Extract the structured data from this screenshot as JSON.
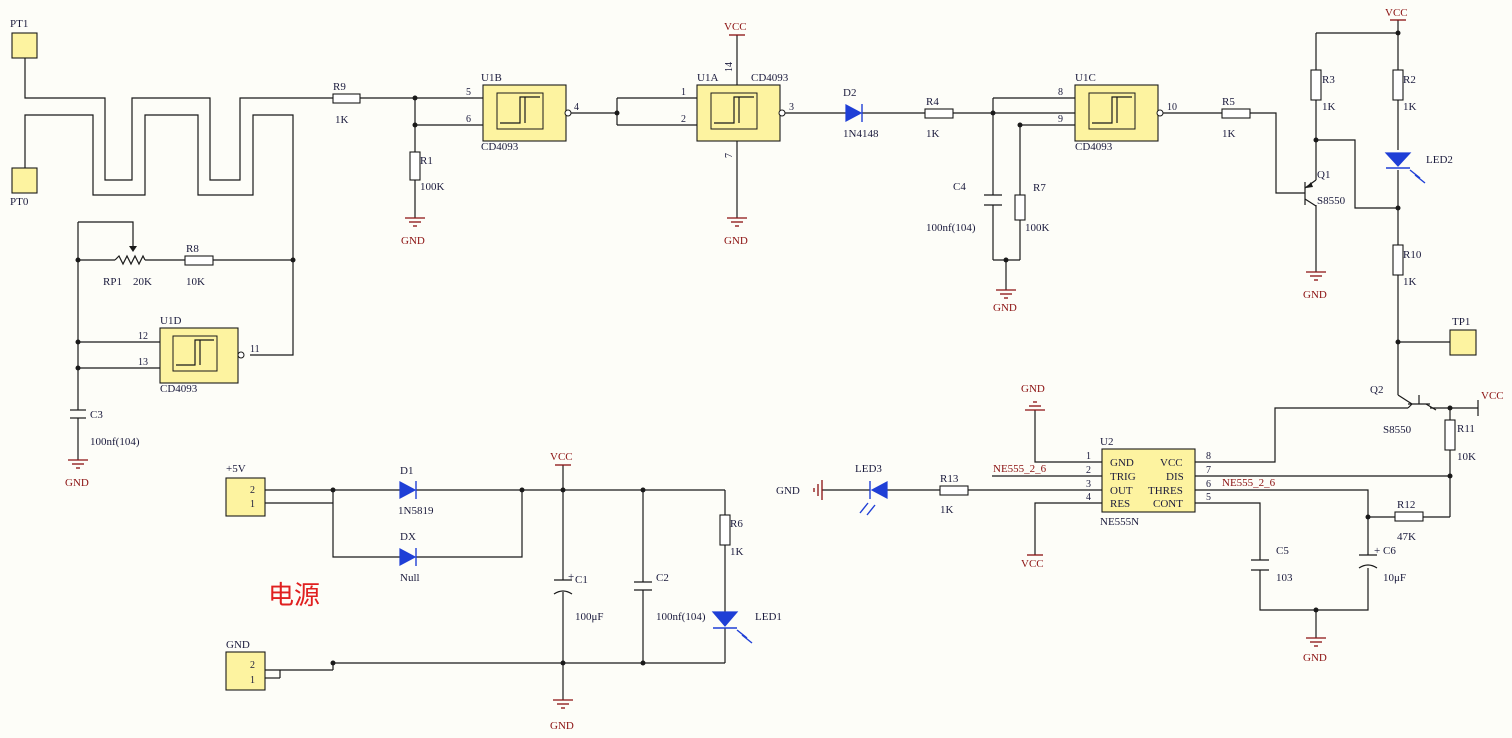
{
  "labels": {
    "pt1": "PT1",
    "pt0": "PT0",
    "rp1": "RP1",
    "rp1_val": "20K",
    "r8": "R8",
    "r8_val": "10K",
    "r9": "R9",
    "r9_val": "1K",
    "r1": "R1",
    "r1_val": "100K",
    "u1b": "U1B",
    "u1b_type": "CD4093",
    "u1b_p5": "5",
    "u1b_p6": "6",
    "u1b_p4": "4",
    "u1a": "U1A",
    "u1a_type": "CD4093",
    "u1a_p1": "1",
    "u1a_p2": "2",
    "u1a_p3": "3",
    "u1a_p14": "14",
    "u1a_p7": "7",
    "u1c": "U1C",
    "u1c_type": "CD4093",
    "u1c_p8": "8",
    "u1c_p9": "9",
    "u1c_p10": "10",
    "u1d": "U1D",
    "u1d_type": "CD4093",
    "u1d_p12": "12",
    "u1d_p13": "13",
    "u1d_p11": "11",
    "d2": "D2",
    "d2_val": "1N4148",
    "r4": "R4",
    "r4_val": "1K",
    "c4": "C4",
    "c4_val": "100nf(104)",
    "r7": "R7",
    "r7_val": "100K",
    "r5": "R5",
    "r5_val": "1K",
    "r3": "R3",
    "r3_val": "1K",
    "r2": "R2",
    "r2_val": "1K",
    "q1": "Q1",
    "q1_val": "S8550",
    "led2": "LED2",
    "r10": "R10",
    "r10_val": "1K",
    "tp1": "TP1",
    "q2": "Q2",
    "q2_val": "S8550",
    "r11": "R11",
    "r11_val": "10K",
    "r12": "R12",
    "r12_val": "47K",
    "c3": "C3",
    "c3_val": "100nf(104)",
    "u2": "U2",
    "u2_type": "NE555N",
    "u2_gnd": "GND",
    "u2_trig": "TRIG",
    "u2_out": "OUT",
    "u2_res": "RES",
    "u2_vcc": "VCC",
    "u2_dis": "DIS",
    "u2_thres": "THRES",
    "u2_cont": "CONT",
    "u2_p1": "1",
    "u2_p2": "2",
    "u2_p3": "3",
    "u2_p4": "4",
    "u2_p8": "8",
    "u2_p7": "7",
    "u2_p6": "6",
    "u2_p5": "5",
    "net_ne555_2_6_left": "NE555_2_6",
    "net_ne555_2_6_right": "NE555_2_6",
    "led3": "LED3",
    "r13": "R13",
    "r13_val": "1K",
    "c5": "C5",
    "c5_val": "103",
    "c6": "C6",
    "c6_val": "10μF",
    "p5v": "+5V",
    "p5v_2": "2",
    "p5v_1": "1",
    "pgnd": "GND",
    "pgnd_2": "2",
    "pgnd_1": "1",
    "d1": "D1",
    "d1_val": "1N5819",
    "dx": "DX",
    "dx_val": "Null",
    "c1": "C1",
    "c1_val": "100μF",
    "c2": "C2",
    "c2_val": "100nf(104)",
    "r6": "R6",
    "r6_val": "1K",
    "led1": "LED1",
    "power_title": "电源",
    "vcc": "VCC",
    "gnd": "GND",
    "gnd_arrow": "GND"
  }
}
